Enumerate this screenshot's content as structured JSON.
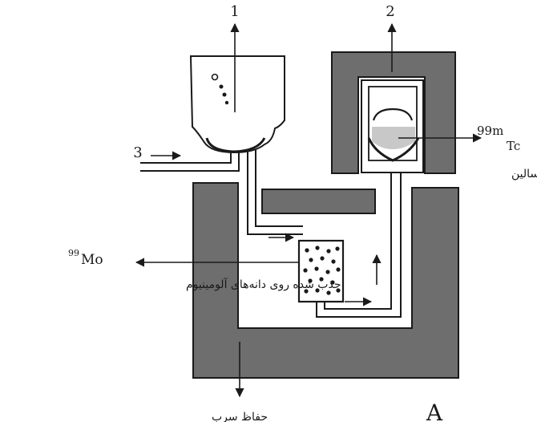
{
  "labels": {
    "label_1": "1",
    "label_2": "2",
    "label_3": "3",
    "label_a": "A",
    "mo_mass": "99",
    "mo_symbol": "Mo",
    "mo_caption": "جذب شده روی دانه‌های آلومینیوم",
    "tc_mass": "99m",
    "tc_symbol": "Tc",
    "tc_caption": "در سالین",
    "lead_caption": "حفاظ سرب"
  },
  "colors": {
    "shield": "#6e6e6e",
    "line": "#1a1a1a",
    "background": "#ffffff"
  }
}
